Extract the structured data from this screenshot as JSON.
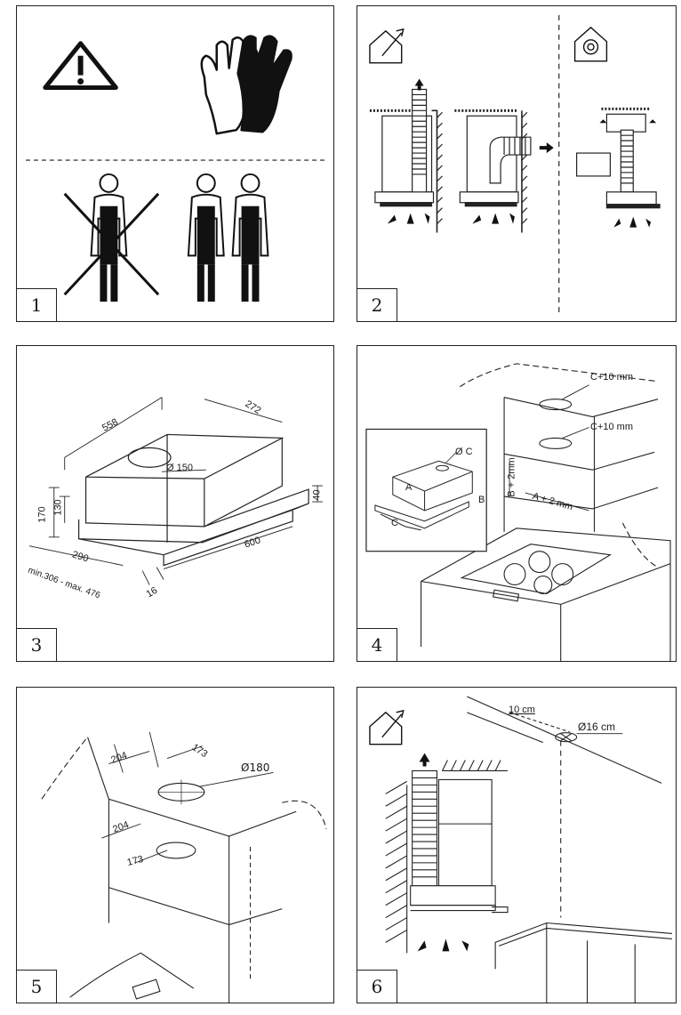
{
  "panels": [
    {
      "number": "1"
    },
    {
      "number": "2"
    },
    {
      "number": "3",
      "dims": {
        "d558": "558",
        "d272": "272",
        "d150": "Ø 150",
        "d170": "170",
        "d130": "130",
        "d40": "40",
        "d290": "290",
        "d600": "600",
        "d16": "16",
        "dmin": "min.306 - max. 476"
      }
    },
    {
      "number": "4",
      "labels": {
        "c10a": "C+10 mm",
        "c10b": "C+10 mm",
        "oc": "Ø C",
        "a": "A",
        "b": "B",
        "c": "C",
        "b2": "B + 2mm",
        "a2": "A + 2 mm"
      }
    },
    {
      "number": "5",
      "dims": {
        "d204a": "204",
        "d173a": "173",
        "d180": "Ø180",
        "d204b": "204",
        "d173b": "173"
      }
    },
    {
      "number": "6",
      "labels": {
        "d10": "10 cm",
        "d16": "Ø16 cm"
      }
    }
  ],
  "colors": {
    "line": "#222222",
    "hatch": "#555555"
  }
}
